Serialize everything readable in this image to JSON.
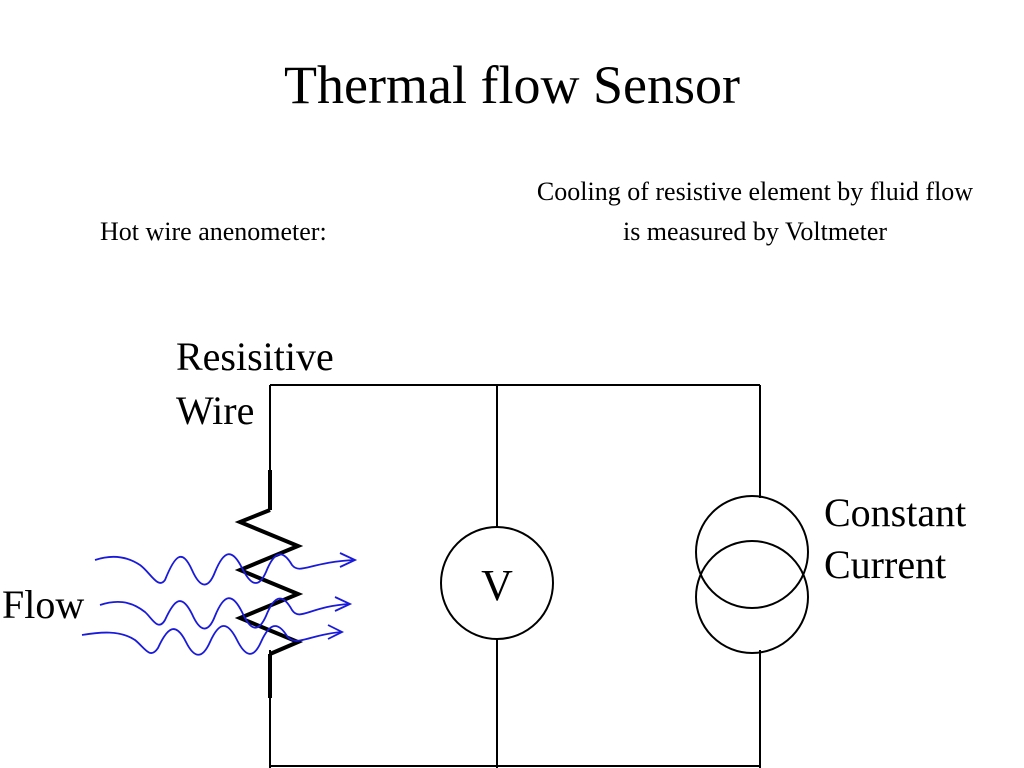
{
  "slide": {
    "title": "Thermal flow Sensor",
    "left_label": "Hot wire anenometer:",
    "caption": "Cooling of resistive element by fluid flow is measured by Voltmeter"
  },
  "diagram": {
    "wire_label_line1": "Resisitive",
    "wire_label_line2": "Wire",
    "flow_label": "Flow",
    "voltmeter_symbol": "V",
    "source_label_line1": "Constant",
    "source_label_line2": "Current",
    "colors": {
      "circuit": "#000000",
      "flow": "#1a1adb"
    }
  }
}
